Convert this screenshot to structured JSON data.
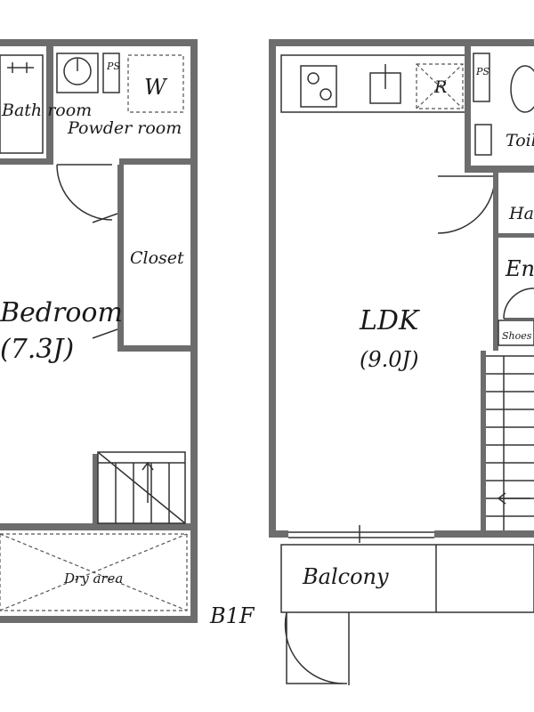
{
  "floors": {
    "basement": {
      "floor_label": "B1F",
      "rooms": {
        "bathroom": "Bath room",
        "powder_room": "Powder room",
        "closet": "Closet",
        "bedroom": "Bedroom",
        "bedroom_size": "(7.3J)",
        "dry_area": "Dry area"
      },
      "fixtures": {
        "washer_mark": "W",
        "ps_mark": "PS"
      }
    },
    "first": {
      "rooms": {
        "ldk": "LDK",
        "ldk_size": "(9.0J)",
        "toilet": "Toilet",
        "hall": "Hall",
        "entrance": "Entrance",
        "shoes": "Shoes",
        "balcony": "Balcony"
      },
      "fixtures": {
        "fridge_mark": "R",
        "ps_mark": "PS"
      }
    }
  }
}
